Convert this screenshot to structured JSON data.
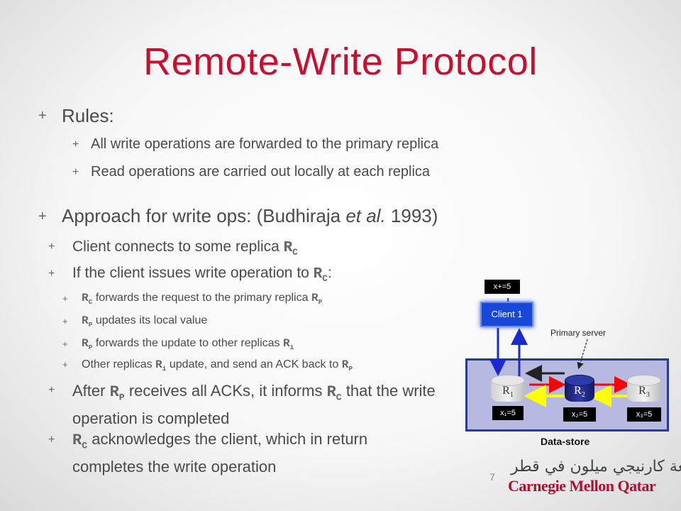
{
  "title": "Remote-Write Protocol",
  "bullet_symbol": "+",
  "rules": {
    "heading": "Rules:",
    "items": [
      "All write operations are forwarded to the primary replica",
      "Read operations are carried out locally at each replica"
    ]
  },
  "approach": {
    "heading_pre": "Approach for write ops: (Budhiraja ",
    "heading_em": "et al.",
    "heading_post": " 1993)",
    "item1_text": "Client connects to some replica ",
    "item2_text": "If the client issues write operation to ",
    "item2_colon": ":",
    "sub1_text": " forwards the request to the primary replica ",
    "sub2_text": " updates its local value",
    "sub3_text": " forwards the update to other replicas ",
    "sub4_pre": "Other replicas ",
    "sub4_post": " update, and send an ACK back to ",
    "item3_pre": "After ",
    "item3_mid": " receives all ACKs, it informs ",
    "item3_post": " that the write operation is completed",
    "item4_post": " acknowledges the client, which in return completes the write operation"
  },
  "symbols": {
    "R": "R",
    "c": "C",
    "p": "P",
    "i": "i"
  },
  "diagram": {
    "write_label": "x+=5",
    "client_label": "Client 1",
    "primary_label": "Primary server",
    "replicas": [
      {
        "name": "R",
        "sub": "1",
        "value": "x₁=5"
      },
      {
        "name": "R",
        "sub": "2",
        "value": "x₂=5"
      },
      {
        "name": "R",
        "sub": "3",
        "value": "x₃=5"
      }
    ],
    "datastore_label": "Data-store",
    "colors": {
      "box_fill": "#b8b9e0",
      "box_border": "#2a3a8f",
      "client": "#1848d8",
      "primary": "#1a237e",
      "arrow_blue": "#1a2ad0",
      "arrow_red": "#ff0000",
      "arrow_yellow": "#ffff00",
      "arrow_black": "#222222"
    }
  },
  "page_number": "7",
  "logo": {
    "arabic": "جامعة كارنيجي ميلون في قطر",
    "english": "Carnegie Mellon Qatar"
  },
  "colors": {
    "title": "#c8102e",
    "text": "#4a4a4a",
    "logo_red": "#b01030"
  }
}
